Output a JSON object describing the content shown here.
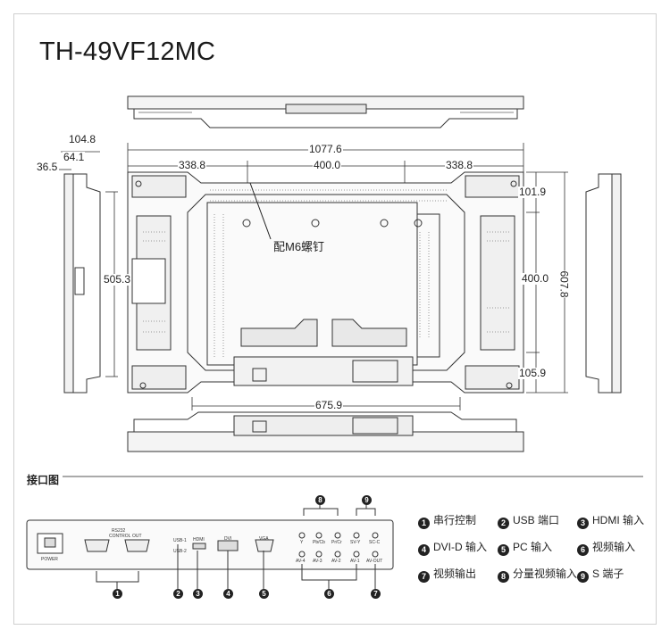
{
  "title": "TH-49VF12MC",
  "dimensions": {
    "top_depth": "104.8",
    "top_mid": "64.1",
    "top_edge": "36.5",
    "total_width": "1077.6",
    "left_span": "338.8",
    "center_span": "400.0",
    "right_span": "338.8",
    "top_offset": "101.9",
    "center_height": "400.0",
    "bottom_offset": "105.9",
    "total_height": "607.8",
    "side_height": "505.3",
    "bottom_width": "675.9"
  },
  "note": "配M6螺钉",
  "section_title": "接口图",
  "panel_labels": {
    "power": "POWER",
    "rs232": "RS232",
    "control": "CONTROL",
    "out": "OUT",
    "usb1": "USB-1",
    "usb2": "USB-2",
    "hdmi": "HDMI",
    "dvi": "DVI",
    "vga": "VGA",
    "y": "Y",
    "pbcb": "Pb/Cb",
    "prcr": "Pr/Cr",
    "svy": "SV-Y",
    "svc": "SC-C",
    "av4": "AV-4",
    "av3": "AV-3",
    "av2": "AV-2",
    "av1": "AV-1",
    "avout": "AV-OUT"
  },
  "badges": [
    "1",
    "2",
    "3",
    "4",
    "5",
    "6",
    "7",
    "8",
    "9"
  ],
  "legend": [
    {
      "num": "1",
      "text": "串行控制"
    },
    {
      "num": "2",
      "text": "USB 端口"
    },
    {
      "num": "3",
      "text": "HDMI 输入"
    },
    {
      "num": "4",
      "text": "DVI-D 输入"
    },
    {
      "num": "5",
      "text": "PC 输入"
    },
    {
      "num": "6",
      "text": "视频输入"
    },
    {
      "num": "7",
      "text": "视频输出"
    },
    {
      "num": "8",
      "text": "分量视频输入"
    },
    {
      "num": "9",
      "text": "S 端子"
    }
  ]
}
